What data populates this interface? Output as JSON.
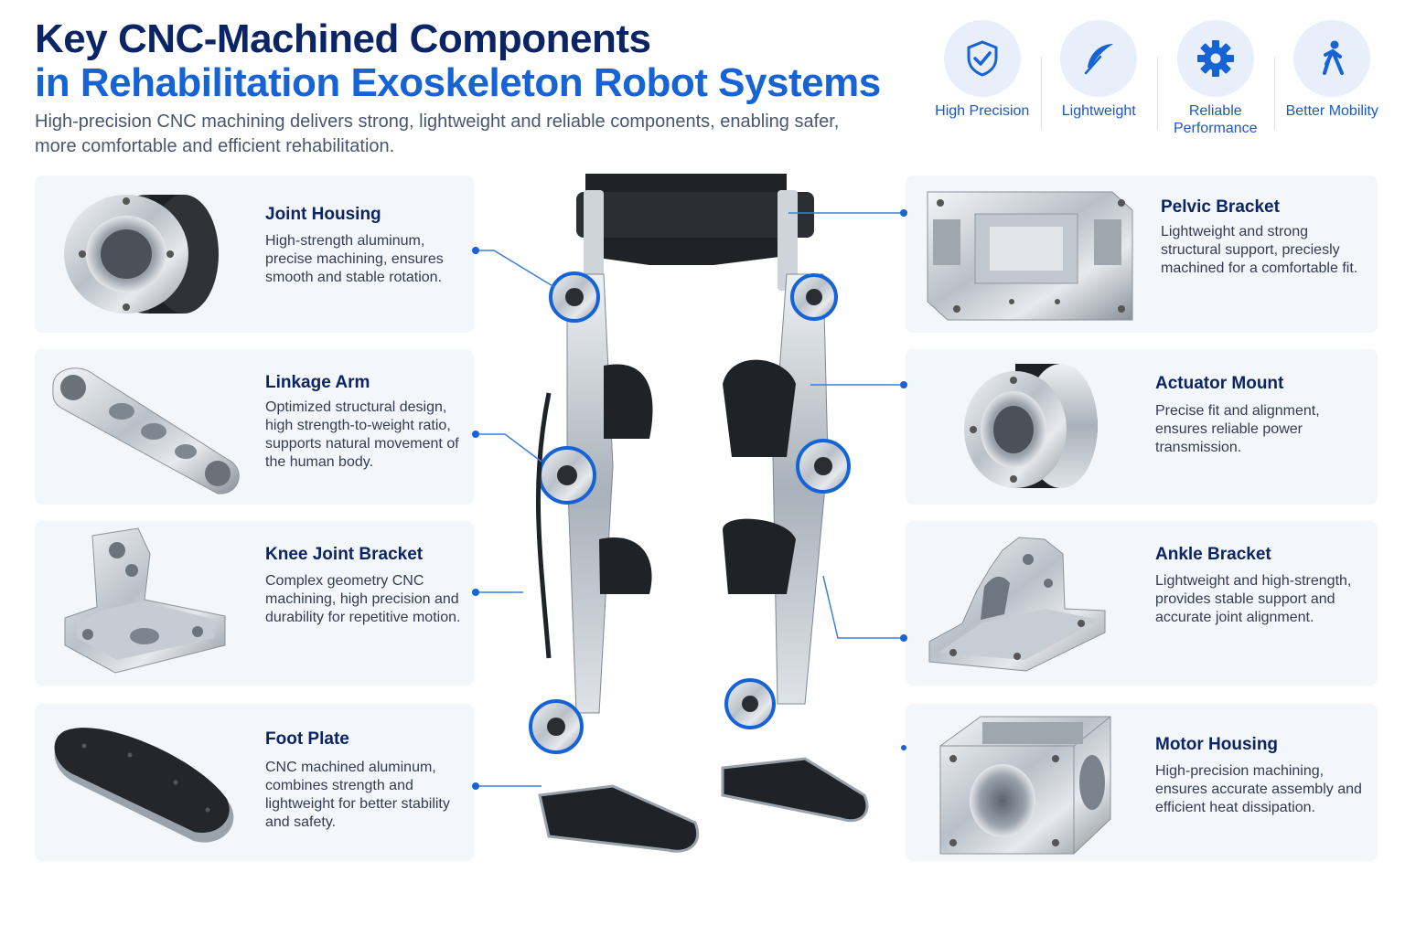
{
  "header": {
    "title_line1": "Key CNC-Machined Components",
    "title_line2": "in Rehabilitation Exoskeleton Robot Systems",
    "subtitle": "High-precision CNC machining delivers strong, lightweight and reliable components, enabling safer, more comfortable and efficient rehabilitation."
  },
  "features": [
    {
      "label": "High Precision",
      "icon": "shield-check-icon"
    },
    {
      "label": "Lightweight",
      "icon": "feather-icon"
    },
    {
      "label": "Reliable Performance",
      "icon": "gear-icon"
    },
    {
      "label": "Better Mobility",
      "icon": "walking-person-icon"
    }
  ],
  "components_left": [
    {
      "title": "Joint Housing",
      "desc": "High-strength aluminum, precise machining, ensures smooth and stable rotation.",
      "icon": "joint-housing-part"
    },
    {
      "title": "Linkage Arm",
      "desc": "Optimized structural design, high strength-to-weight ratio, supports natural movement of the human body.",
      "icon": "linkage-arm-part"
    },
    {
      "title": "Knee Joint Bracket",
      "desc": "Complex geometry CNC machining, high precision and durability for repetitive motion.",
      "icon": "knee-bracket-part"
    },
    {
      "title": "Foot Plate",
      "desc": "CNC machined aluminum, combines strength and lightweight for better stability and safety.",
      "icon": "foot-plate-part"
    }
  ],
  "components_right": [
    {
      "title": "Pelvic Bracket",
      "desc": "Lightweight and strong structural support, preciesly machined for a comfortable fit.",
      "icon": "pelvic-bracket-part"
    },
    {
      "title": "Actuator Mount",
      "desc": "Precise fit and alignment, ensures reliable power transmission.",
      "icon": "actuator-mount-part"
    },
    {
      "title": "Ankle Bracket",
      "desc": "Lightweight and high-strength, provides stable support and accurate joint alignment.",
      "icon": "ankle-bracket-part"
    },
    {
      "title": "Motor Housing",
      "desc": "High-precision machining, ensures accurate assembly and efficient heat dissipation.",
      "icon": "motor-housing-part"
    }
  ],
  "colors": {
    "navy": "#0b2466",
    "accent_blue": "#1663d6",
    "card_bg": "#f3f6fa"
  }
}
